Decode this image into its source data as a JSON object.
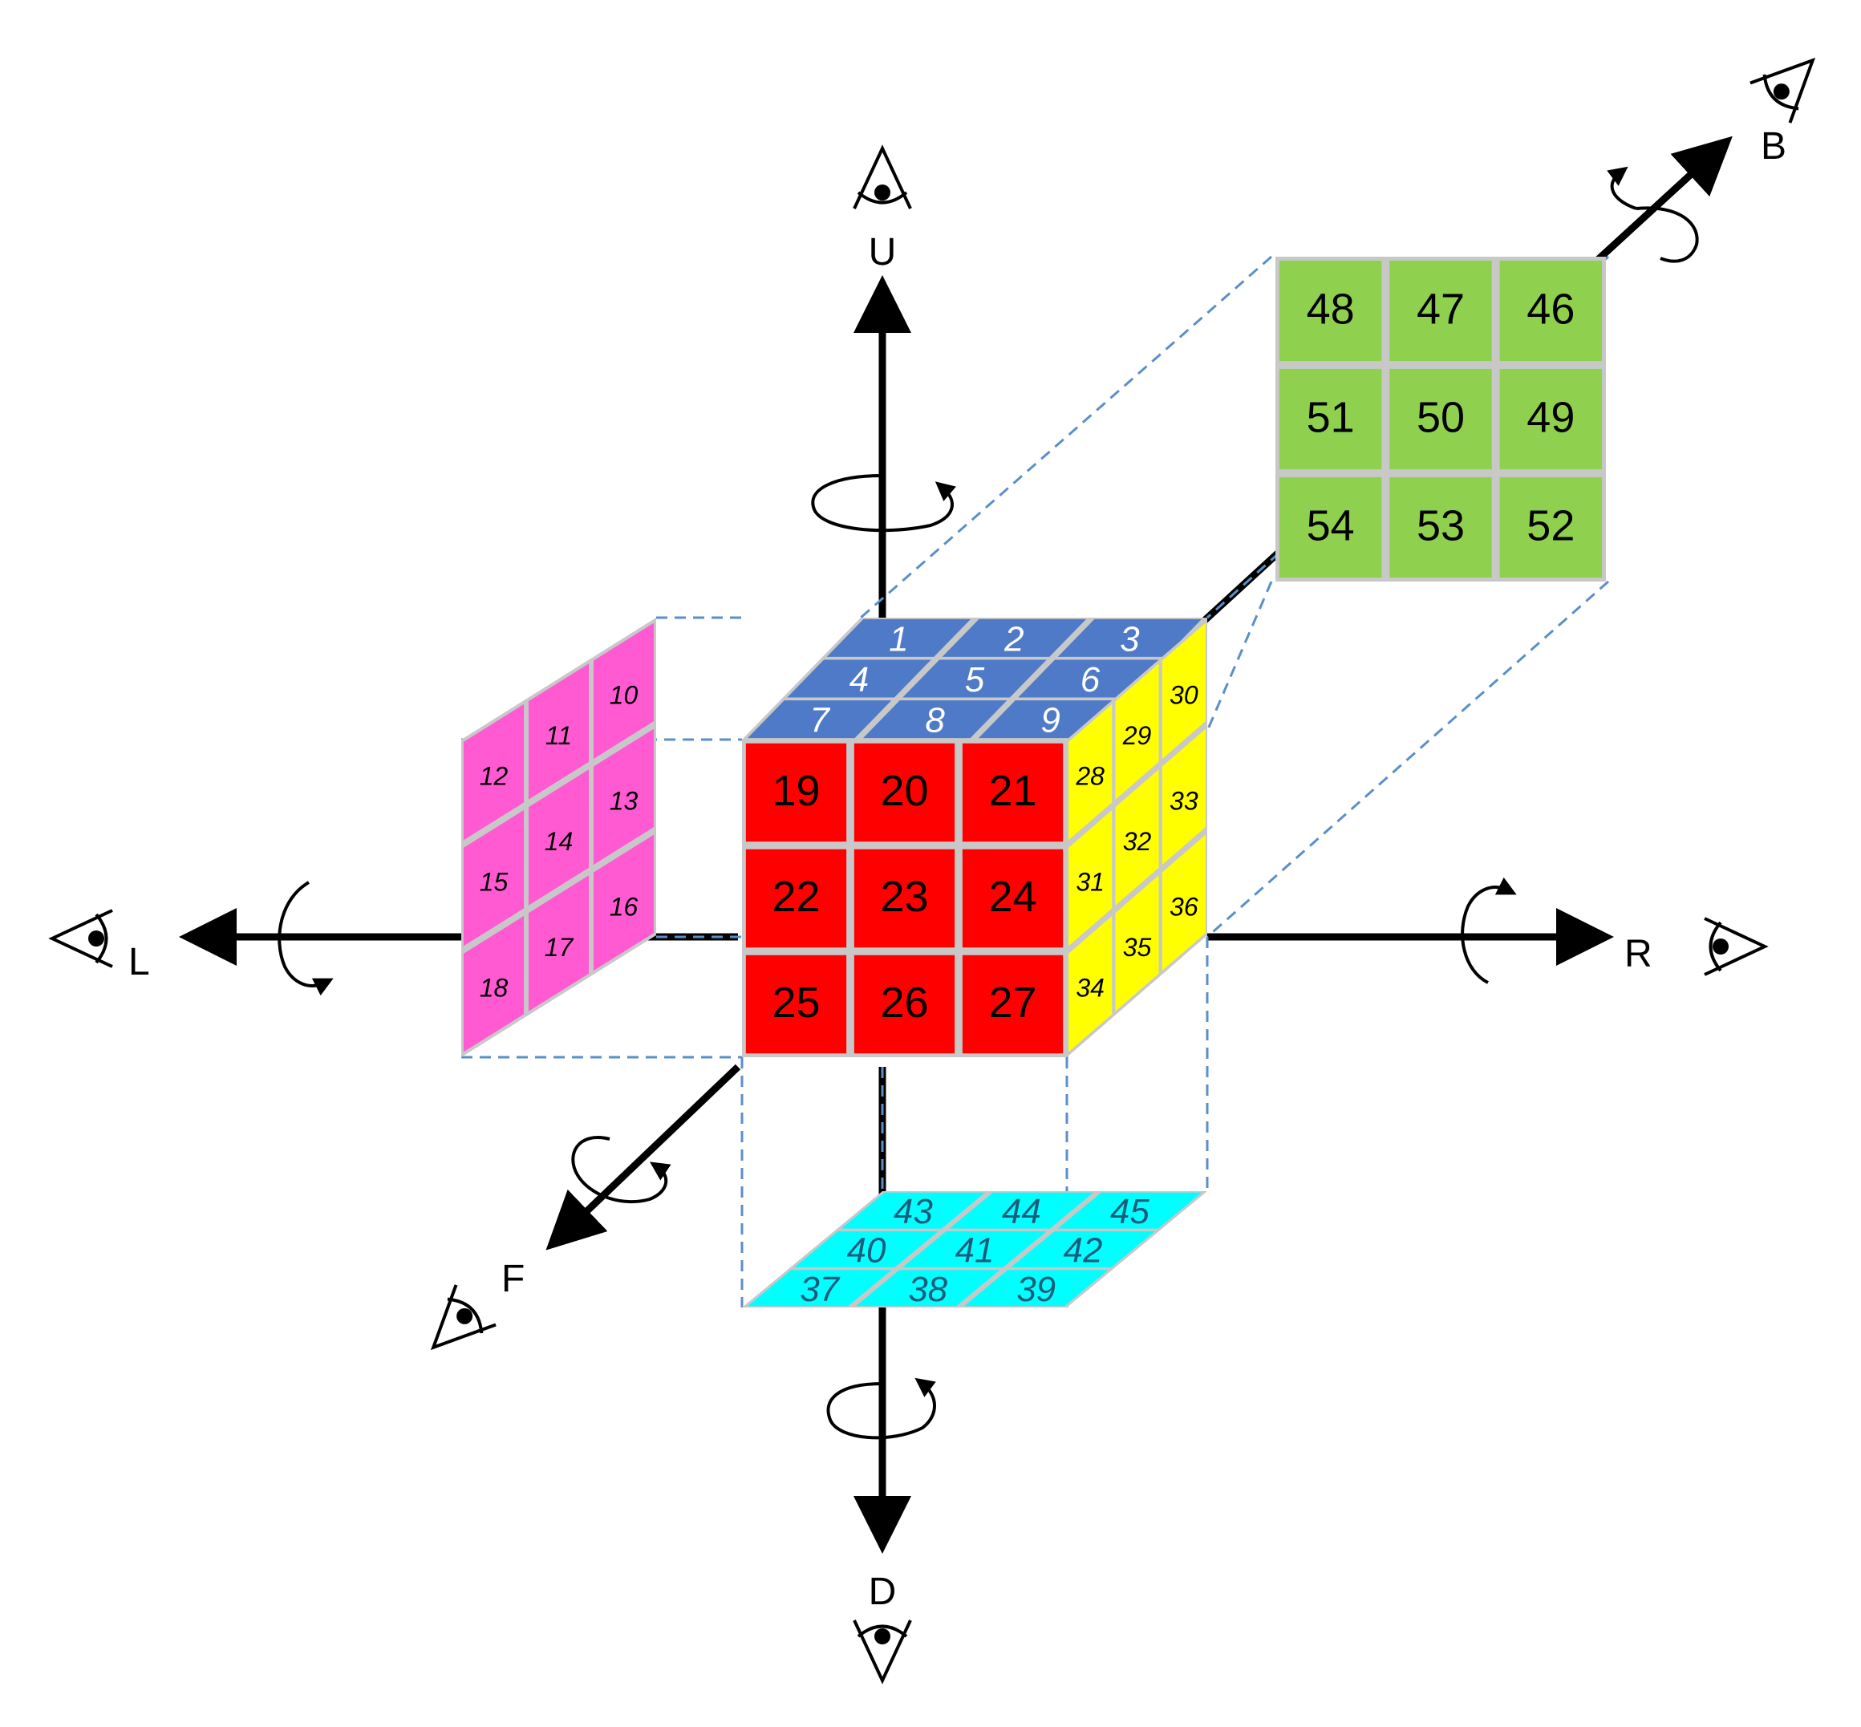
{
  "axes": {
    "up": "U",
    "down": "D",
    "left": "L",
    "right": "R",
    "front": "F",
    "back": "B"
  },
  "faces": {
    "up": {
      "color": "#4f7ac8",
      "stickers": [
        "1",
        "2",
        "3",
        "4",
        "5",
        "6",
        "7",
        "8",
        "9"
      ]
    },
    "left": {
      "color": "#ff5ad2",
      "stickers": [
        "10",
        "11",
        "12",
        "13",
        "14",
        "15",
        "16",
        "17",
        "18"
      ]
    },
    "front": {
      "color": "#ff0000",
      "stickers": [
        "19",
        "20",
        "21",
        "22",
        "23",
        "24",
        "25",
        "26",
        "27"
      ]
    },
    "right": {
      "color": "#ffff00",
      "stickers": [
        "28",
        "29",
        "30",
        "31",
        "32",
        "33",
        "34",
        "35",
        "36"
      ]
    },
    "down": {
      "color": "#00ffff",
      "stickers": [
        "37",
        "38",
        "39",
        "40",
        "41",
        "42",
        "43",
        "44",
        "45"
      ]
    },
    "back": {
      "color": "#8fd14f",
      "stickers": [
        "46",
        "47",
        "48",
        "49",
        "50",
        "51",
        "52",
        "53",
        "54"
      ]
    }
  },
  "grid_color": "#c8c8c8",
  "guide_color": "#5b8fc9",
  "icons": [
    "eye-icon",
    "rotation-arrow-icon",
    "axis-arrow-icon"
  ]
}
